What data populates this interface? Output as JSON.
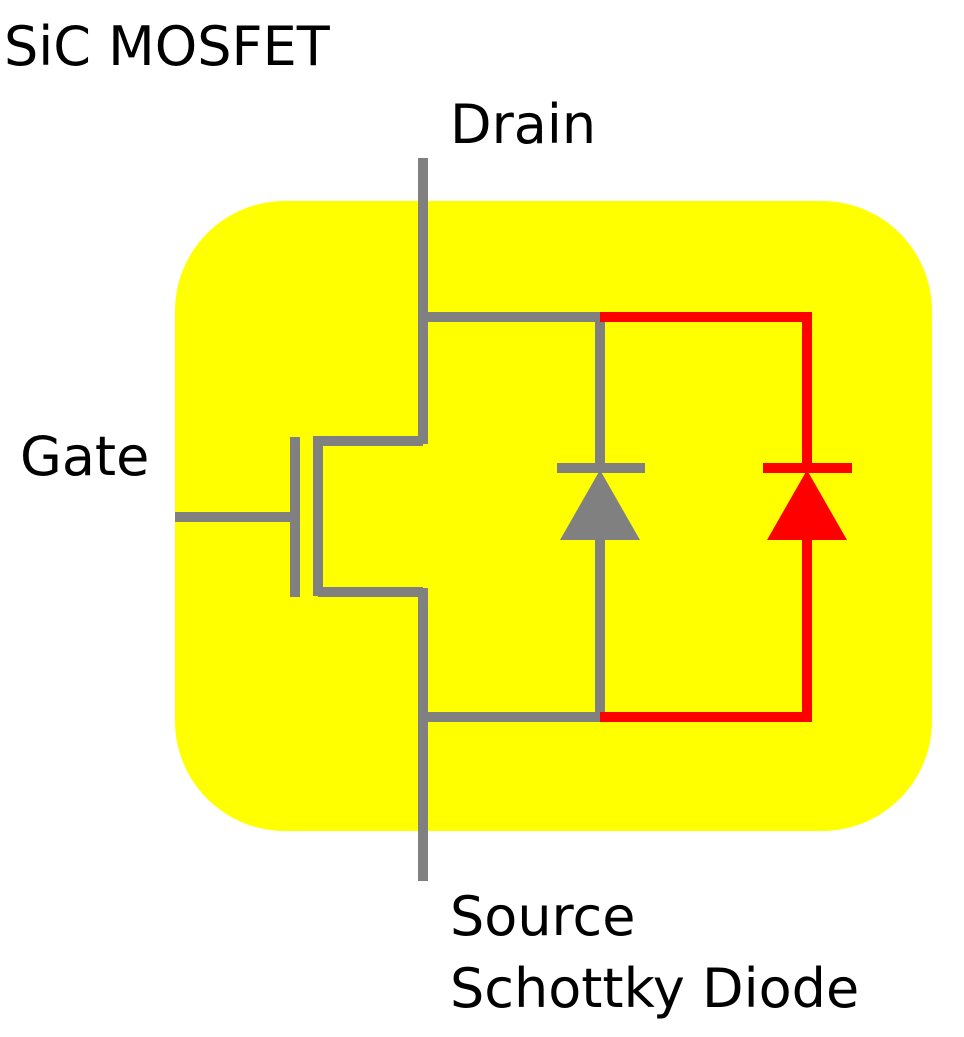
{
  "labels": {
    "title": "SiC MOSFET",
    "drain": "Drain",
    "gate": "Gate",
    "schottky": "Schottky Diode",
    "source": "Source"
  },
  "colors": {
    "background_box": "#ffff00",
    "mosfet": "#808080",
    "schottky_diode": "#ff0000"
  }
}
